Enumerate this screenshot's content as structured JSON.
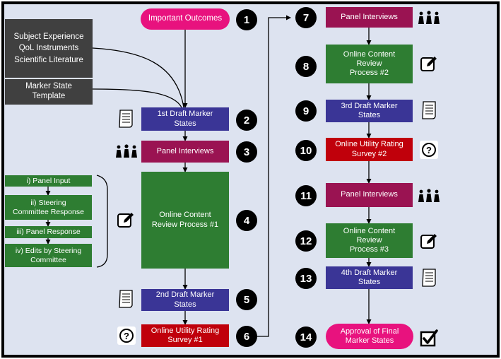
{
  "nodes": {
    "important_outcomes": "Important Outcomes",
    "subject_experience": "Subject Experience\nQoL Instruments\nScientific Literature",
    "marker_state_template": "Marker State\nTemplate",
    "draft1": "1st Draft Marker\nStates",
    "panel_interviews_1": "Panel Interviews",
    "online_review_1": "Online Content\nReview Process #1",
    "draft2": "2nd Draft Marker\nStates",
    "utility_survey_1": "Online Utility Rating\nSurvey #1",
    "panel_interviews_2": "Panel Interviews",
    "online_review_2": "Online Content\nReview\nProcess #2",
    "draft3": "3rd Draft Marker\nStates",
    "utility_survey_2": "Online Utility Rating\nSurvey #2",
    "panel_interviews_3": "Panel Interviews",
    "online_review_3": "Online Content\nReview\nProcess #3",
    "draft4": "4th Draft Marker\nStates",
    "approval": "Approval of Final\nMarker States"
  },
  "substeps": [
    "i) Panel Input",
    "ii) Steering\nCommittee Response",
    "iii) Panel Response",
    "iv) Edits by Steering\nCommittee"
  ],
  "steps": [
    "1",
    "2",
    "3",
    "4",
    "5",
    "6",
    "7",
    "8",
    "9",
    "10",
    "11",
    "12",
    "13",
    "14"
  ],
  "colors": {
    "dark": "#404040",
    "purple": "#3a3596",
    "maroon": "#9a1352",
    "green": "#2e7d32",
    "red": "#c0000b",
    "pink": "#e8127e",
    "background": "#dde3f0"
  },
  "icons": {
    "document": "document-icon",
    "people": "people-icon",
    "edit": "edit-icon",
    "question": "question-icon",
    "checkbox": "checkbox-icon",
    "question_glyph": "?"
  }
}
